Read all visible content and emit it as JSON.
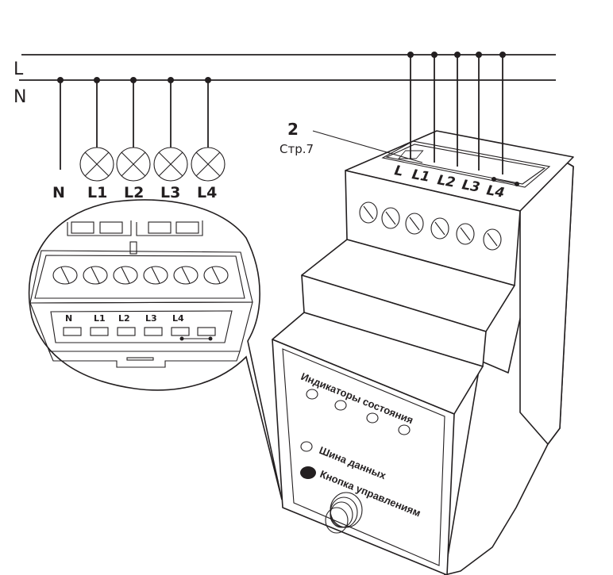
{
  "bus": {
    "phase_label": "L",
    "neutral_label": "N"
  },
  "loads": {
    "neutral_label": "N",
    "lamps": [
      "L1",
      "L2",
      "L3",
      "L4"
    ]
  },
  "reference": {
    "number": "2",
    "page": "Стр.7"
  },
  "top_terminals": [
    "L",
    "L1",
    "L2",
    "L3",
    "L4"
  ],
  "inset_terminals": [
    "N",
    "L1",
    "L2",
    "L3",
    "L4"
  ],
  "front_panel": {
    "status_indicators_label": "Индикаторы состояния",
    "data_bus_label": "Шина данных",
    "control_button_label": "Кнопка управлениям"
  },
  "colors": {
    "line": "#231f20",
    "background": "#ffffff"
  }
}
